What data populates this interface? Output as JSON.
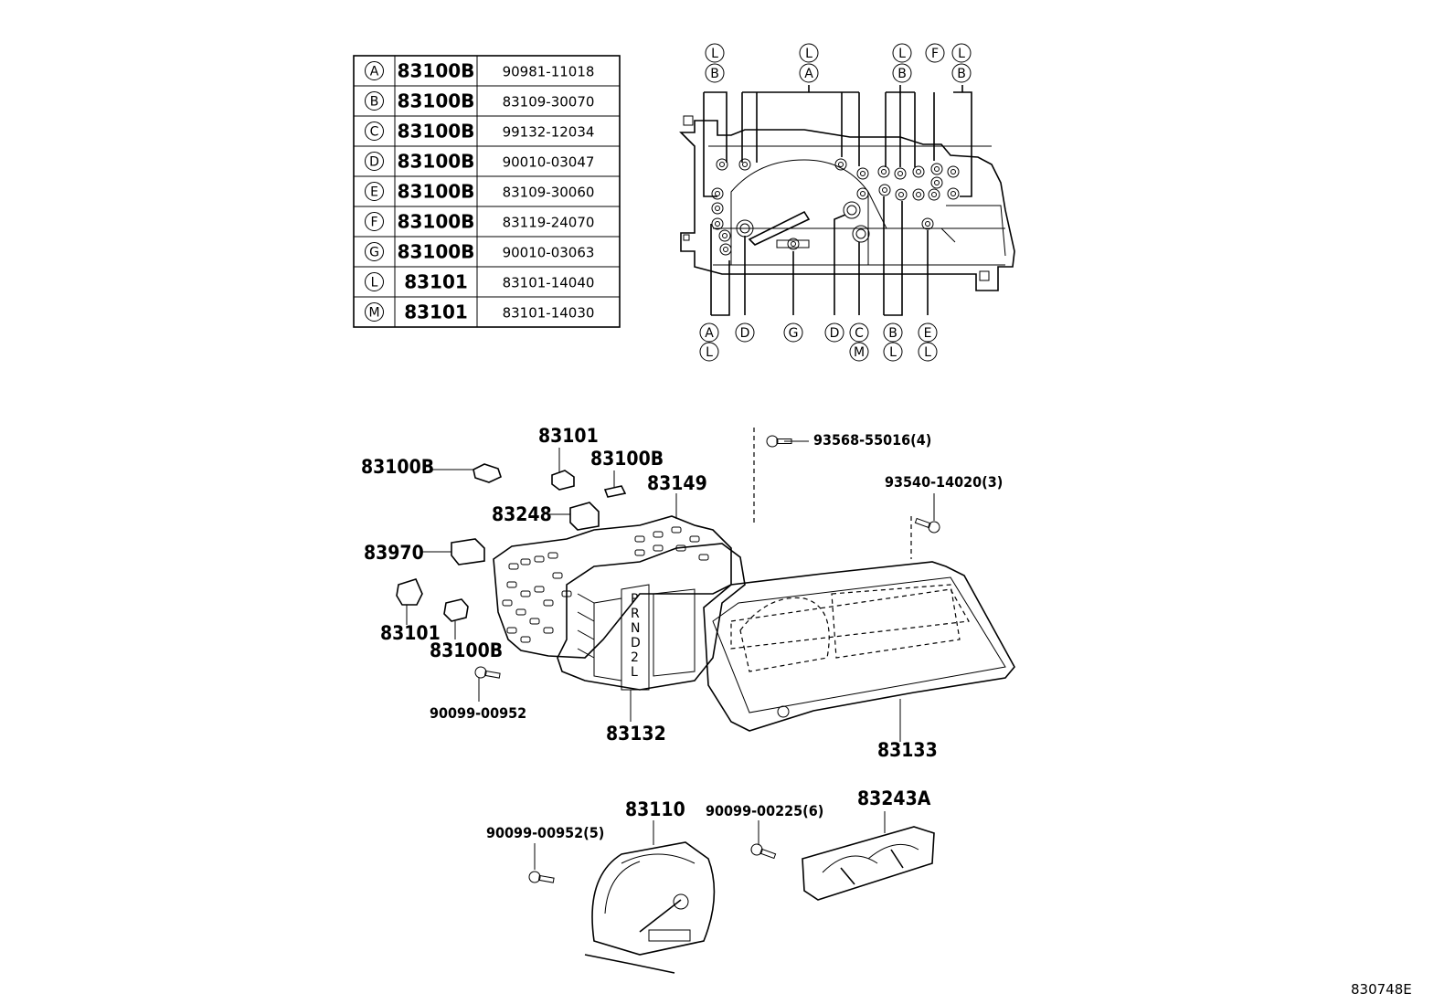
{
  "table": {
    "rows": [
      {
        "key": "A",
        "code": "83100B",
        "part": "90981-11018"
      },
      {
        "key": "B",
        "code": "83100B",
        "part": "83109-30070"
      },
      {
        "key": "C",
        "code": "83100B",
        "part": "99132-12034"
      },
      {
        "key": "D",
        "code": "83100B",
        "part": "90010-03047"
      },
      {
        "key": "E",
        "code": "83100B",
        "part": "83109-30060"
      },
      {
        "key": "F",
        "code": "83100B",
        "part": "83119-24070"
      },
      {
        "key": "G",
        "code": "83100B",
        "part": "90010-03063"
      },
      {
        "key": "L",
        "code": "83101",
        "part": "83101-14040"
      },
      {
        "key": "M",
        "code": "83101",
        "part": "83101-14030"
      }
    ]
  },
  "top_diagram": {
    "top_callouts": [
      [
        "L",
        "B"
      ],
      [
        "L",
        "A"
      ],
      [
        "L",
        "B"
      ],
      [
        "F"
      ],
      [
        "L",
        "B"
      ]
    ],
    "bottom_callouts": [
      [
        "A",
        "L"
      ],
      [
        "D"
      ],
      [
        "G"
      ],
      [
        "D"
      ],
      [
        "C",
        "M"
      ],
      [
        "B",
        "L"
      ],
      [
        "E",
        "L"
      ]
    ]
  },
  "labels": {
    "p83101_top": "83101",
    "p83100B_top": "83100B",
    "p83149": "83149",
    "p83100B_left": "83100B",
    "p83248": "83248",
    "p83970": "83970",
    "p83101_left": "83101",
    "p83100B_bottom": "83100B",
    "p90099_00952": "90099-00952",
    "p83132": "83132",
    "p83133": "83133",
    "p93568": "93568-55016(4)",
    "p93540": "93540-14020(3)",
    "p83110": "83110",
    "p90099_00952_5": "90099-00952(5)",
    "p90099_00225_6": "90099-00225(6)",
    "p83243A": "83243A",
    "ref": "830748E"
  },
  "prnd": [
    "P",
    "R",
    "N",
    "D",
    "2",
    "L"
  ]
}
